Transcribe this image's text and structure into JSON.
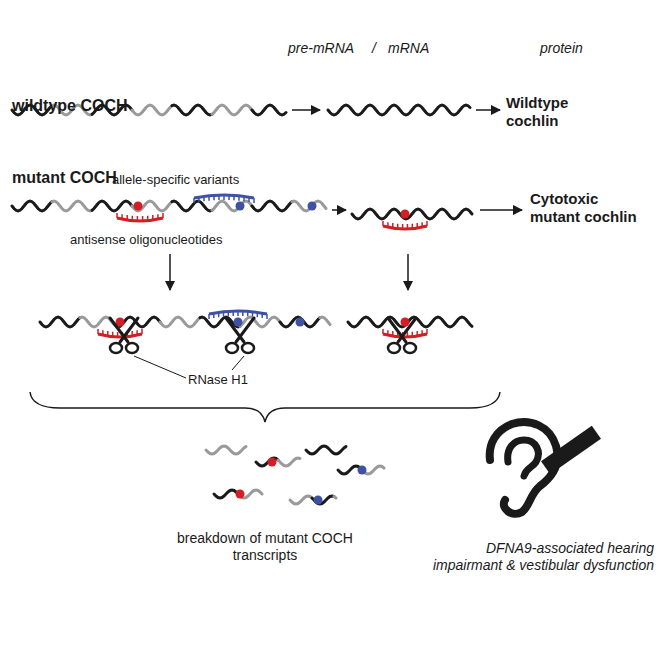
{
  "diagram": {
    "labels": [
      "wildtype COCH",
      "pre-mRNA",
      "/",
      "mRNA",
      "protein",
      "Wildtype cochlin",
      "mutant COCH",
      "allele-specific variants",
      "Cytotoxic mutant cochlin",
      "antisense oligonucleotides",
      "RNase H1",
      "breakdown of mutant COCH transcripts",
      "DFNA9-associated hearing impairmant & vestibular dysfunction"
    ]
  }
}
